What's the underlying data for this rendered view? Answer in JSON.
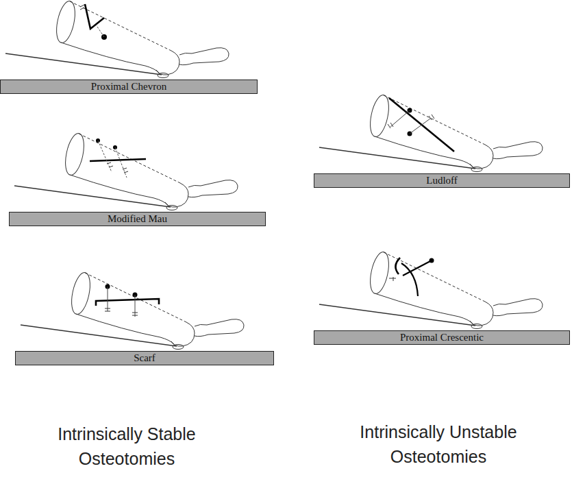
{
  "diagram": {
    "nodes": [
      {
        "text": [
          "Proximal Chevron"
        ]
      },
      {
        "text": [
          "Modified Mau"
        ]
      },
      {
        "text": [
          "Scarf"
        ]
      },
      {
        "text": [
          "Ludloff"
        ]
      },
      {
        "text": [
          "Proximal Crescentic"
        ]
      }
    ],
    "labels": [
      "Intrinsically Stable Osteotomies",
      "Intrinsically Unstable Osteotomies"
    ]
  }
}
